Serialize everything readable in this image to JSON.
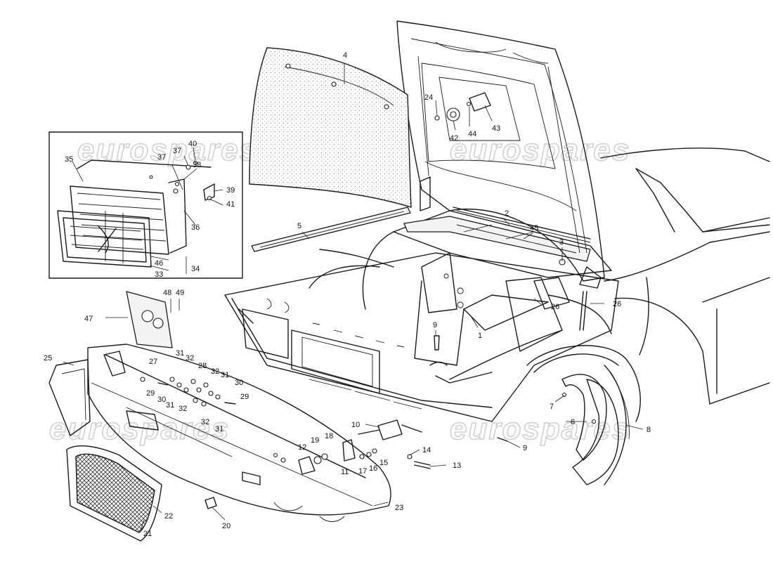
{
  "watermark": "eurospares",
  "colors": {
    "line": "#1a1a1a",
    "watermark": "#c8c8c8",
    "background": "#ffffff"
  },
  "callouts": {
    "n1": "1",
    "n2": "2",
    "n3": "3",
    "n4": "4",
    "n5": "5",
    "n6": "6",
    "n7": "7",
    "n8": "8",
    "n9": "9",
    "n10": "10",
    "n11": "11",
    "n12": "12",
    "n13": "13",
    "n14": "14",
    "n15": "15",
    "n16": "16",
    "n17": "17",
    "n18": "18",
    "n19": "19",
    "n20": "20",
    "n21": "21",
    "n22": "22",
    "n23": "23",
    "n24": "24",
    "n25": "25",
    "n26": "26",
    "n27": "27",
    "n28": "28",
    "n29": "29",
    "n30": "30",
    "n31": "31",
    "n32": "32",
    "n33": "33",
    "n34": "34",
    "n35": "35",
    "n36": "36",
    "n37": "37",
    "n38": "38",
    "n39": "39",
    "n40": "40",
    "n41": "41",
    "n42": "42",
    "n43": "43",
    "n44": "44",
    "n45": "45",
    "n46": "46",
    "n47": "47",
    "n48": "48",
    "n49": "49"
  }
}
